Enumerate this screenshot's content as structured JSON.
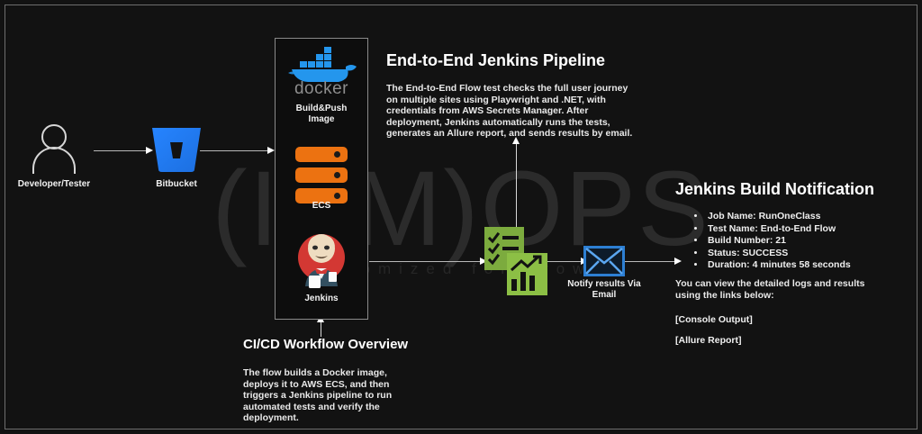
{
  "watermark": {
    "main": "(IAM)OPS",
    "tagline": "customized for growth"
  },
  "flow": {
    "developer": {
      "label": "Developer/Tester",
      "icon": "person-icon"
    },
    "bitbucket": {
      "label": "Bitbucket",
      "icon": "bitbucket-icon",
      "color": "#2684ff"
    },
    "docker": {
      "wordmark": "docker",
      "label": "Build&Push\nImage",
      "icon": "docker-whale-icon",
      "color": "#2496ed"
    },
    "ecs": {
      "label": "ECS",
      "icon": "ecs-servers-icon",
      "color": "#ec7211"
    },
    "jenkins": {
      "label": "Jenkins",
      "icon": "jenkins-butler-icon",
      "color": "#d33833"
    },
    "tests": {
      "icon": "test-report-icon",
      "color": "#7cab3e"
    },
    "email": {
      "label": "Notify results Via\nEmail",
      "icon": "envelope-icon",
      "color": "#2d7fd3"
    }
  },
  "pipeline_section": {
    "title": "End-to-End Jenkins Pipeline",
    "description": "The End-to-End Flow test checks the full user journey on multiple sites using Playwright and .NET, with credentials from AWS Secrets Manager. After deployment, Jenkins automatically runs the tests, generates an Allure report, and sends results by email."
  },
  "workflow_section": {
    "title": "CI/CD Workflow Overview",
    "description": "The flow builds a Docker image, deploys it to AWS ECS, and then triggers a Jenkins pipeline to run automated tests and verify the deployment."
  },
  "notification_section": {
    "title": "Jenkins Build Notification",
    "items": [
      "Job Name: RunOneClass",
      "Test Name: End-to-End Flow",
      "Build Number: 21",
      "Status: SUCCESS",
      "Duration: 4 minutes 58 seconds"
    ],
    "footer": "You can view the detailed logs and results using the links below:",
    "links": [
      "[Console Output]",
      "[Allure Report]"
    ]
  }
}
